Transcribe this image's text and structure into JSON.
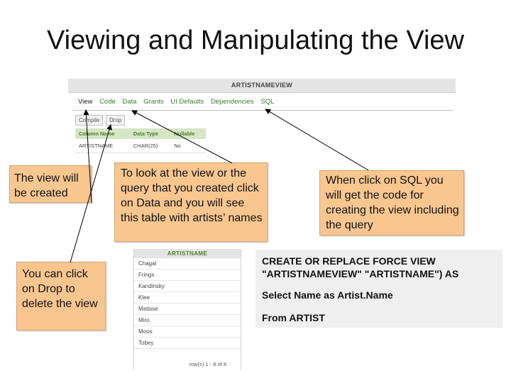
{
  "slide": {
    "title": "Viewing and Manipulating the View"
  },
  "view_panel": {
    "header": "ARTISTNAMEVIEW",
    "tabs": [
      {
        "label": "View",
        "active": true
      },
      {
        "label": "Code"
      },
      {
        "label": "Data"
      },
      {
        "label": "Grants"
      },
      {
        "label": "UI Defaults"
      },
      {
        "label": "Dependencies"
      },
      {
        "label": "SQL"
      }
    ],
    "buttons": {
      "compile": "Compile",
      "drop": "Drop"
    },
    "columns_table": {
      "headers": [
        "Column Name",
        "Data Type",
        "Nullable"
      ],
      "rows": [
        [
          "ARTISTNAME",
          "CHAR(25)",
          "No"
        ]
      ]
    }
  },
  "callouts": {
    "created": "The view will be created",
    "data": "To look at the view or the query that you created click on Data and you will see this table with artists’ names",
    "sql": "When click on SQL you will get the code for creating the view including the query",
    "drop": "You can click on Drop to delete the view"
  },
  "names_panel": {
    "header": "ARTISTNAME",
    "names": [
      "Chagal",
      "Frings",
      "Kandinsky",
      "Klee",
      "Matisse",
      "Miro",
      "Moos",
      "Tobey"
    ],
    "footer": "row(s) 1 - 8 of 8"
  },
  "sql_panel": {
    "line1": "CREATE OR REPLACE FORCE VIEW",
    "line2": "\"ARTISTNAMEVIEW\" \"ARTISTNAME\") AS",
    "line3": "Select Name as Artist.Name",
    "line4": "From ARTIST"
  },
  "colors": {
    "callout_bg": "#fac690",
    "tab_green": "#3a7b2e",
    "header_gray": "#e4e4e4"
  }
}
